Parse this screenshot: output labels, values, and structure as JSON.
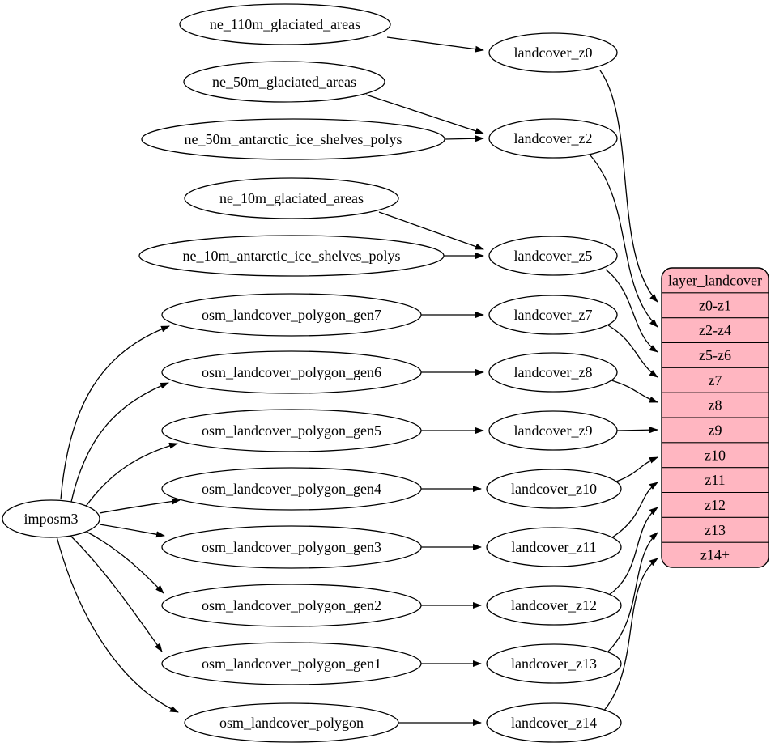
{
  "diagram": {
    "kind": "etl-flow-graph",
    "background": "#ffffff",
    "edge_color": "#000000",
    "node_fill": "#ffffff",
    "node_border": "#000000",
    "importer": {
      "id": "imposm3",
      "label": "imposm3"
    },
    "source_nodes": [
      {
        "id": "ne_110m_glaciated_areas",
        "label": "ne_110m_glaciated_areas"
      },
      {
        "id": "ne_50m_glaciated_areas",
        "label": "ne_50m_glaciated_areas"
      },
      {
        "id": "ne_50m_antarctic_ice_shelves_polys",
        "label": "ne_50m_antarctic_ice_shelves_polys"
      },
      {
        "id": "ne_10m_glaciated_areas",
        "label": "ne_10m_glaciated_areas"
      },
      {
        "id": "ne_10m_antarctic_ice_shelves_polys",
        "label": "ne_10m_antarctic_ice_shelves_polys"
      },
      {
        "id": "osm_landcover_polygon_gen7",
        "label": "osm_landcover_polygon_gen7"
      },
      {
        "id": "osm_landcover_polygon_gen6",
        "label": "osm_landcover_polygon_gen6"
      },
      {
        "id": "osm_landcover_polygon_gen5",
        "label": "osm_landcover_polygon_gen5"
      },
      {
        "id": "osm_landcover_polygon_gen4",
        "label": "osm_landcover_polygon_gen4"
      },
      {
        "id": "osm_landcover_polygon_gen3",
        "label": "osm_landcover_polygon_gen3"
      },
      {
        "id": "osm_landcover_polygon_gen2",
        "label": "osm_landcover_polygon_gen2"
      },
      {
        "id": "osm_landcover_polygon_gen1",
        "label": "osm_landcover_polygon_gen1"
      },
      {
        "id": "osm_landcover_polygon",
        "label": "osm_landcover_polygon"
      }
    ],
    "intermediate_nodes": [
      {
        "id": "landcover_z0",
        "label": "landcover_z0"
      },
      {
        "id": "landcover_z2",
        "label": "landcover_z2"
      },
      {
        "id": "landcover_z5",
        "label": "landcover_z5"
      },
      {
        "id": "landcover_z7",
        "label": "landcover_z7"
      },
      {
        "id": "landcover_z8",
        "label": "landcover_z8"
      },
      {
        "id": "landcover_z9",
        "label": "landcover_z9"
      },
      {
        "id": "landcover_z10",
        "label": "landcover_z10"
      },
      {
        "id": "landcover_z11",
        "label": "landcover_z11"
      },
      {
        "id": "landcover_z12",
        "label": "landcover_z12"
      },
      {
        "id": "landcover_z13",
        "label": "landcover_z13"
      },
      {
        "id": "landcover_z14",
        "label": "landcover_z14"
      }
    ],
    "record_node": {
      "id": "layer_landcover",
      "title": "layer_landcover",
      "rows": [
        "z0-z1",
        "z2-z4",
        "z5-z6",
        "z7",
        "z8",
        "z9",
        "z10",
        "z11",
        "z12",
        "z13",
        "z14+"
      ],
      "fill": "#ffb6c1",
      "border": "#000000"
    },
    "edges": [
      {
        "from": "ne_110m_glaciated_areas",
        "to": "landcover_z0"
      },
      {
        "from": "ne_50m_glaciated_areas",
        "to": "landcover_z2"
      },
      {
        "from": "ne_50m_antarctic_ice_shelves_polys",
        "to": "landcover_z2"
      },
      {
        "from": "ne_10m_glaciated_areas",
        "to": "landcover_z5"
      },
      {
        "from": "ne_10m_antarctic_ice_shelves_polys",
        "to": "landcover_z5"
      },
      {
        "from": "osm_landcover_polygon_gen7",
        "to": "landcover_z7"
      },
      {
        "from": "osm_landcover_polygon_gen6",
        "to": "landcover_z8"
      },
      {
        "from": "osm_landcover_polygon_gen5",
        "to": "landcover_z9"
      },
      {
        "from": "osm_landcover_polygon_gen4",
        "to": "landcover_z10"
      },
      {
        "from": "osm_landcover_polygon_gen3",
        "to": "landcover_z11"
      },
      {
        "from": "osm_landcover_polygon_gen2",
        "to": "landcover_z12"
      },
      {
        "from": "osm_landcover_polygon_gen1",
        "to": "landcover_z13"
      },
      {
        "from": "osm_landcover_polygon",
        "to": "landcover_z14"
      },
      {
        "from": "imposm3",
        "to": "osm_landcover_polygon_gen7"
      },
      {
        "from": "imposm3",
        "to": "osm_landcover_polygon_gen6"
      },
      {
        "from": "imposm3",
        "to": "osm_landcover_polygon_gen5"
      },
      {
        "from": "imposm3",
        "to": "osm_landcover_polygon_gen4"
      },
      {
        "from": "imposm3",
        "to": "osm_landcover_polygon_gen3"
      },
      {
        "from": "imposm3",
        "to": "osm_landcover_polygon_gen2"
      },
      {
        "from": "imposm3",
        "to": "osm_landcover_polygon_gen1"
      },
      {
        "from": "imposm3",
        "to": "osm_landcover_polygon"
      },
      {
        "from": "landcover_z0",
        "to": "layer_landcover:z0-z1"
      },
      {
        "from": "landcover_z2",
        "to": "layer_landcover:z2-z4"
      },
      {
        "from": "landcover_z5",
        "to": "layer_landcover:z5-z6"
      },
      {
        "from": "landcover_z7",
        "to": "layer_landcover:z7"
      },
      {
        "from": "landcover_z8",
        "to": "layer_landcover:z8"
      },
      {
        "from": "landcover_z9",
        "to": "layer_landcover:z9"
      },
      {
        "from": "landcover_z10",
        "to": "layer_landcover:z10"
      },
      {
        "from": "landcover_z11",
        "to": "layer_landcover:z11"
      },
      {
        "from": "landcover_z12",
        "to": "layer_landcover:z12"
      },
      {
        "from": "landcover_z13",
        "to": "layer_landcover:z13"
      },
      {
        "from": "landcover_z14",
        "to": "layer_landcover:z14+"
      }
    ]
  }
}
